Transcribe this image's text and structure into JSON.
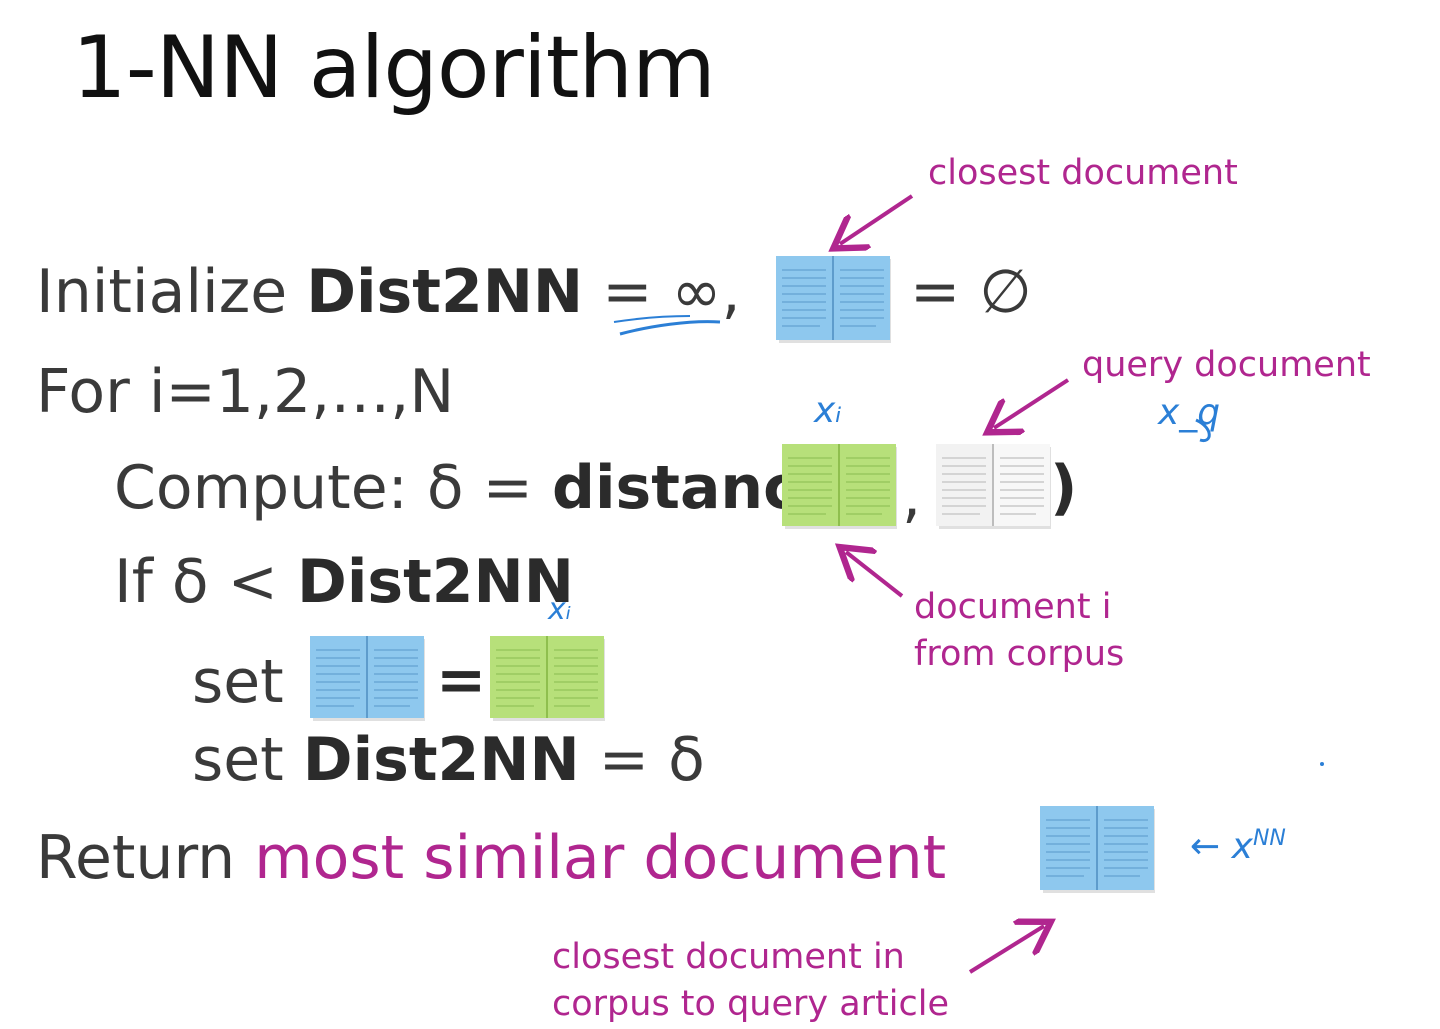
{
  "slide": {
    "title": "1-NN algorithm",
    "init": {
      "prefix": "Initialize ",
      "var": "Dist2NN",
      "eq": " = ∞,",
      "eq2": "= ∅"
    },
    "for_line": "For i=1,2,…,N",
    "compute": {
      "prefix": "Compute: δ = ",
      "fn": "distance(",
      "comma": ",",
      "close": ")"
    },
    "if_line": {
      "prefix": "If δ < ",
      "var": "Dist2NN"
    },
    "set1": {
      "label": "set",
      "eq": "="
    },
    "set2": {
      "prefix": "set ",
      "var": "Dist2NN",
      "suffix": " = δ"
    },
    "return_line": {
      "prefix": "Return ",
      "highlight": "most similar document"
    }
  },
  "annotations": {
    "closest_document": "closest document",
    "query_document": "query document",
    "document_i": "document i\nfrom corpus",
    "closest_in_corpus": "closest document in\ncorpus to query article"
  },
  "handwriting": {
    "xi_top": "xᵢ",
    "xq": "x_q",
    "xi_set": "xᵢ",
    "xnn_arrow": "←",
    "xnn": "x",
    "xnn_sup": "NN"
  },
  "colors": {
    "magenta": "#b0268f",
    "blue_doc": "#8ec8ee",
    "green_doc": "#b7e07a",
    "white_doc": "#f2f2f2",
    "ink": "#2b7fd6"
  }
}
